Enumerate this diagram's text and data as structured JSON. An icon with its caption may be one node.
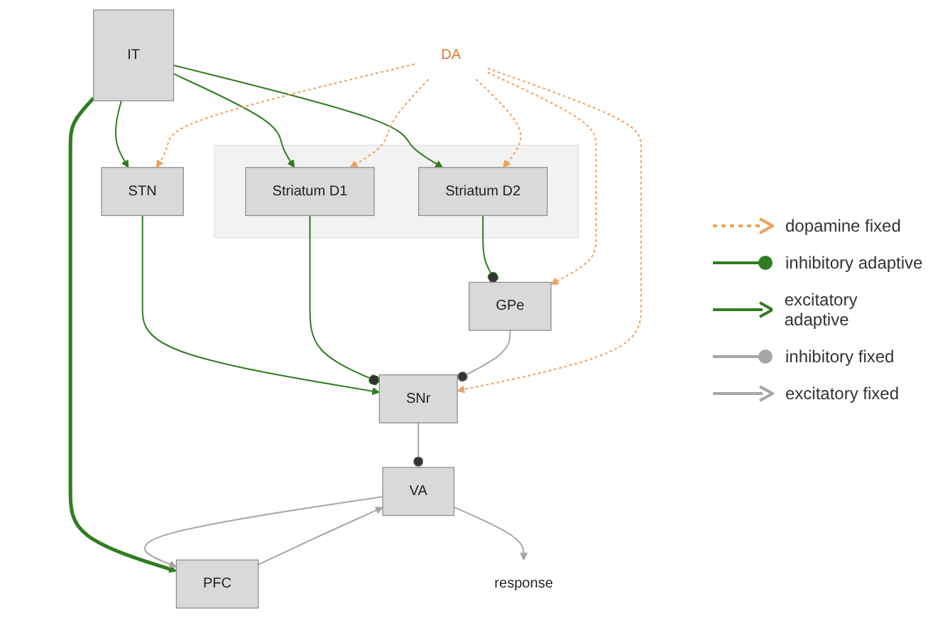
{
  "diagram": {
    "nodes": [
      {
        "text": [
          "IT"
        ]
      },
      {
        "text": [
          "PFC"
        ]
      },
      {
        "text": [
          "STN"
        ]
      },
      {
        "text": [],
        "shape": "box"
      },
      {
        "text": [
          "Striatum D1"
        ],
        "in": 3
      },
      {
        "text": [
          "Striatum D2"
        ],
        "in": 3
      },
      {
        "text": [
          "DA"
        ]
      },
      {
        "text": [
          "GPe"
        ]
      },
      {
        "text": [
          "SNr"
        ]
      },
      {
        "text": [
          "VA"
        ]
      },
      {
        "text": [
          "response"
        ]
      }
    ],
    "edges": [
      {
        "from": 0,
        "to": 1,
        "arrow": "to",
        "style": "thick"
      },
      {
        "from": 0,
        "to": 2,
        "arrow": "to"
      },
      {
        "from": 0,
        "to": 4,
        "arrow": "to"
      },
      {
        "from": 0,
        "to": 5,
        "arrow": "to"
      },
      {
        "from": 2,
        "to": 8,
        "arrow": "to"
      },
      {
        "from": 4,
        "to": 8,
        "arrow": "other"
      },
      {
        "from": 5,
        "to": 7,
        "arrow": "other"
      },
      {
        "from": 7,
        "to": 8,
        "arrow": "other",
        "color": "#a6a6a6"
      },
      {
        "from": 8,
        "to": 9,
        "arrow": "other",
        "color": "#a6a6a6"
      },
      {
        "from": 9,
        "to": 1,
        "arrow": "to",
        "color": "#a6a6a6"
      },
      {
        "from": 1,
        "to": 9,
        "arrow": "to",
        "color": "#a6a6a6"
      },
      {
        "from": 9,
        "to": 10,
        "arrow": "to",
        "color": "#a6a6a6"
      },
      {
        "from": 6,
        "to": 2,
        "arrow": "to",
        "style": "dashed",
        "color": "#f0a05a"
      },
      {
        "from": 6,
        "to": 4,
        "arrow": "to",
        "style": "dashed",
        "color": "#f0a05a"
      },
      {
        "from": 6,
        "to": 5,
        "arrow": "to",
        "style": "dashed",
        "color": "#f0a05a"
      },
      {
        "from": 6,
        "to": 7,
        "arrow": "to",
        "style": "dashed",
        "color": "#f0a05a"
      },
      {
        "from": 6,
        "to": 8,
        "arrow": "to",
        "style": "dashed",
        "color": "#f0a05a"
      }
    ],
    "legend": [
      {
        "text": "dopamine fixed"
      },
      {
        "text": "inhibitory adaptive"
      },
      {
        "text": "excitatory adaptive"
      },
      {
        "text": "inhibitory fixed"
      },
      {
        "text": "excitatory fixed"
      }
    ]
  }
}
